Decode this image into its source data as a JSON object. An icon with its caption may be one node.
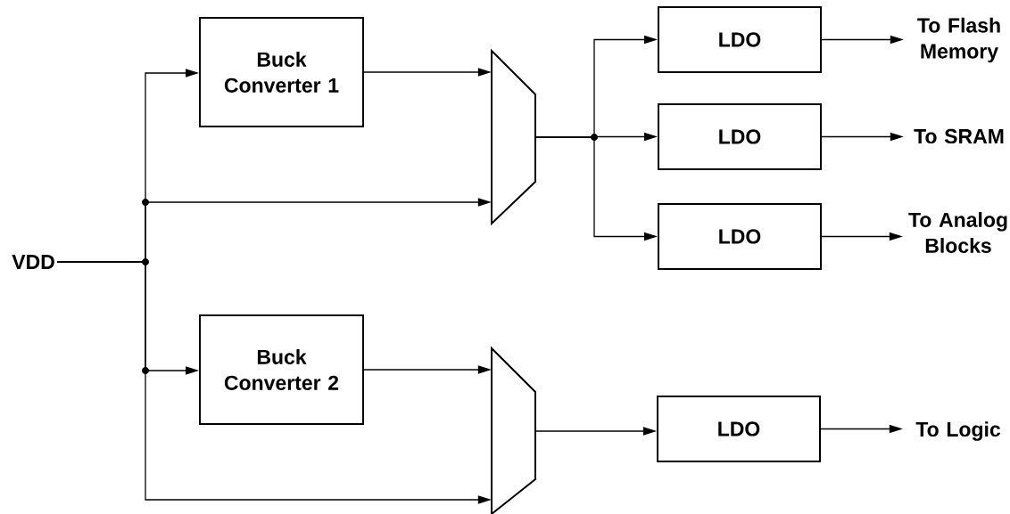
{
  "diagram": {
    "nodes": [
      {
        "text": [
          "VDD"
        ]
      },
      {
        "text": [
          "Buck Converter 1"
        ]
      },
      {
        "text": [
          "Buck Converter 2"
        ]
      },
      {
        "text": [],
        "shape": "trapezoid"
      },
      {
        "text": [],
        "shape": "trapezoid"
      },
      {
        "text": [
          "LDO"
        ]
      },
      {
        "text": [
          "LDO"
        ]
      },
      {
        "text": [
          "LDO"
        ]
      },
      {
        "text": [
          "LDO"
        ]
      },
      {
        "text": [
          "To Flash Memory"
        ]
      },
      {
        "text": [
          "To SRAM"
        ]
      },
      {
        "text": [
          "To Analog Blocks"
        ]
      },
      {
        "text": [
          "To Logic"
        ]
      }
    ],
    "edges": [
      {
        "from": 0,
        "to": 1,
        "arrow": "to"
      },
      {
        "from": 0,
        "to": 3,
        "arrow": "to"
      },
      {
        "from": 0,
        "to": 2,
        "arrow": "to"
      },
      {
        "from": 0,
        "to": 4,
        "arrow": "to"
      },
      {
        "from": 1,
        "to": 3,
        "arrow": "to"
      },
      {
        "from": 2,
        "to": 4,
        "arrow": "to"
      },
      {
        "from": 3,
        "to": 5,
        "arrow": "to"
      },
      {
        "from": 3,
        "to": 6,
        "arrow": "to"
      },
      {
        "from": 3,
        "to": 7,
        "arrow": "to"
      },
      {
        "from": 4,
        "to": 8,
        "arrow": "to"
      },
      {
        "from": 5,
        "to": 9,
        "arrow": "to"
      },
      {
        "from": 6,
        "to": 10,
        "arrow": "to"
      },
      {
        "from": 7,
        "to": 11,
        "arrow": "to"
      },
      {
        "from": 8,
        "to": 12,
        "arrow": "to"
      }
    ]
  }
}
